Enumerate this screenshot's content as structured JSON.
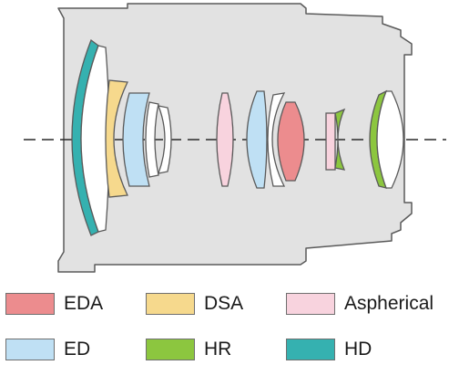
{
  "colors": {
    "barrel_fill": "#e2e2e2",
    "barrel_stroke": "#5a5a5a",
    "axis": "#2a2a2a",
    "glass": "#ffffff",
    "EDA": "#ec8c8e",
    "DSA": "#f6d98d",
    "Aspherical": "#f8d3de",
    "ED": "#bfe0f4",
    "HR": "#8cc63f",
    "HD": "#35b1b0"
  },
  "legend": {
    "items": [
      {
        "key": "EDA",
        "label": "EDA",
        "icon": "eda-swatch-icon"
      },
      {
        "key": "DSA",
        "label": "DSA",
        "icon": "dsa-swatch-icon"
      },
      {
        "key": "Aspherical",
        "label": "Aspherical",
        "icon": "aspherical-swatch-icon"
      },
      {
        "key": "ED",
        "label": "ED",
        "icon": "ed-swatch-icon"
      },
      {
        "key": "HR",
        "label": "HR",
        "icon": "hr-swatch-icon"
      },
      {
        "key": "HD",
        "label": "HD",
        "icon": "hd-swatch-icon"
      }
    ]
  }
}
